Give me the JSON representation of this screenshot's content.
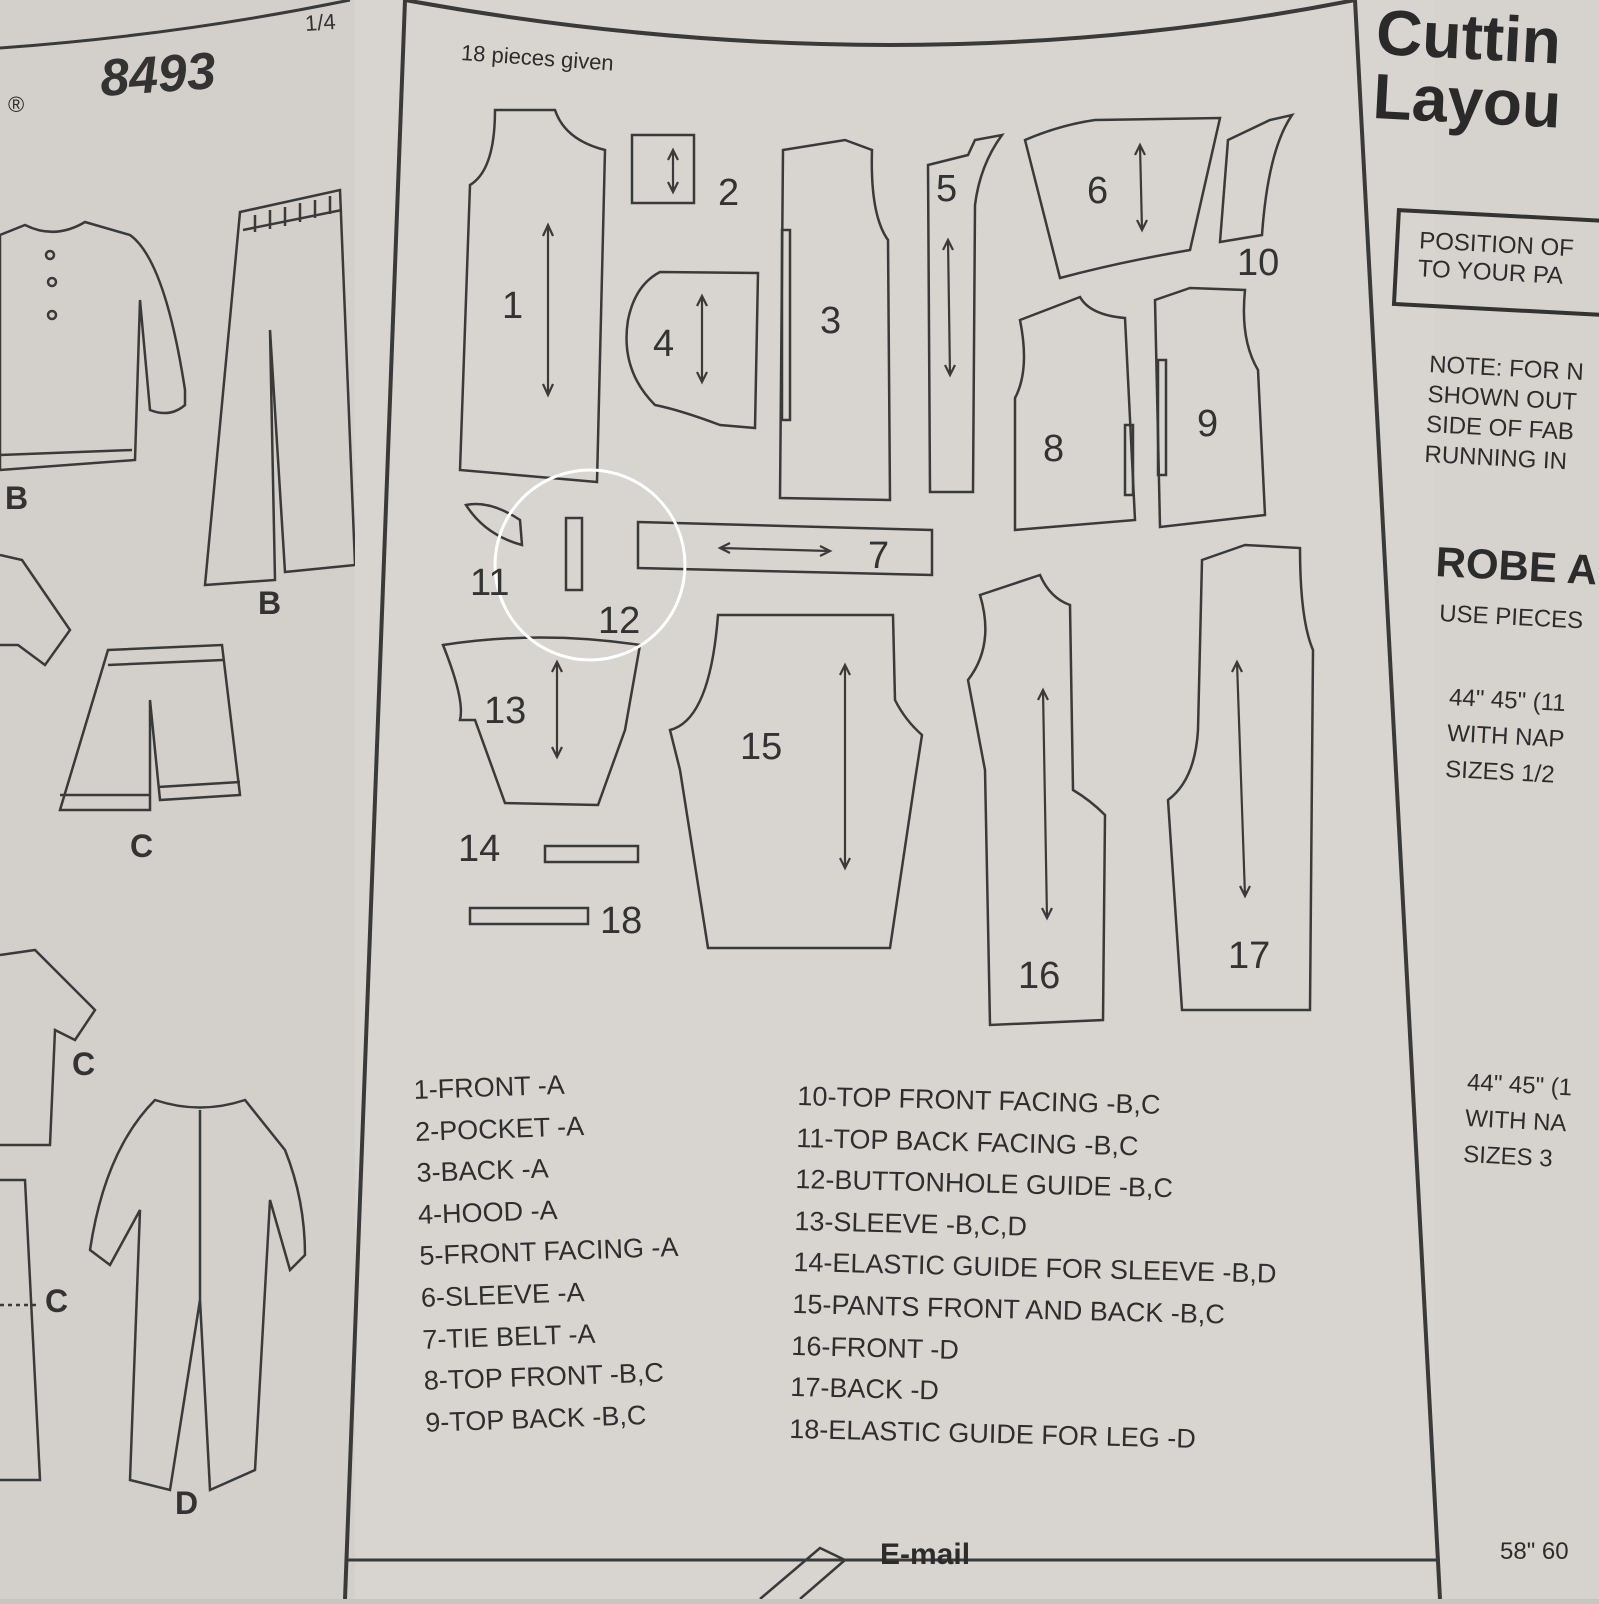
{
  "header": {
    "pattern_number": "8493",
    "page_indicator": "1/4",
    "registered_mark": "®"
  },
  "views": {
    "left_labels": [
      "B",
      "B",
      "C",
      "C",
      "C",
      "D"
    ]
  },
  "diagram": {
    "pieces_given": "18 pieces given",
    "piece_numbers": [
      "1",
      "2",
      "3",
      "4",
      "5",
      "6",
      "7",
      "8",
      "9",
      "10",
      "11",
      "12",
      "13",
      "14",
      "15",
      "16",
      "17",
      "18"
    ]
  },
  "legend": {
    "left": [
      "1-FRONT -A",
      "2-POCKET -A",
      "3-BACK -A",
      "4-HOOD -A",
      "5-FRONT FACING -A",
      "6-SLEEVE -A",
      "7-TIE BELT -A",
      "8-TOP FRONT -B,C",
      "9-TOP BACK -B,C"
    ],
    "right": [
      "10-TOP FRONT FACING -B,C",
      "11-TOP BACK FACING -B,C",
      "12-BUTTONHOLE GUIDE -B,C",
      "13-SLEEVE -B,C,D",
      "14-ELASTIC GUIDE FOR SLEEVE -B,D",
      "15-PANTS FRONT AND BACK -B,C",
      "16-FRONT -D",
      "17-BACK -D",
      "18-ELASTIC GUIDE FOR LEG -D"
    ]
  },
  "right_panel": {
    "title_line1": "Cuttin",
    "title_line2": "Layou",
    "box_line1": "POSITION OF",
    "box_line2": "TO YOUR PA",
    "note_lines": [
      "NOTE: FOR N",
      "SHOWN OUT",
      "SIDE OF FAB",
      "RUNNING IN"
    ],
    "section_title": "ROBE A",
    "use_pieces": "USE PIECES",
    "fabric_block1": [
      "44\" 45\" (11",
      "WITH NAP",
      "SIZES 1/2"
    ],
    "fabric_block2": [
      "44\" 45\" (1",
      "WITH NA",
      "SIZES 3"
    ],
    "bottom_measure": "58\" 60"
  },
  "footer": {
    "email_label": "E-mail"
  }
}
